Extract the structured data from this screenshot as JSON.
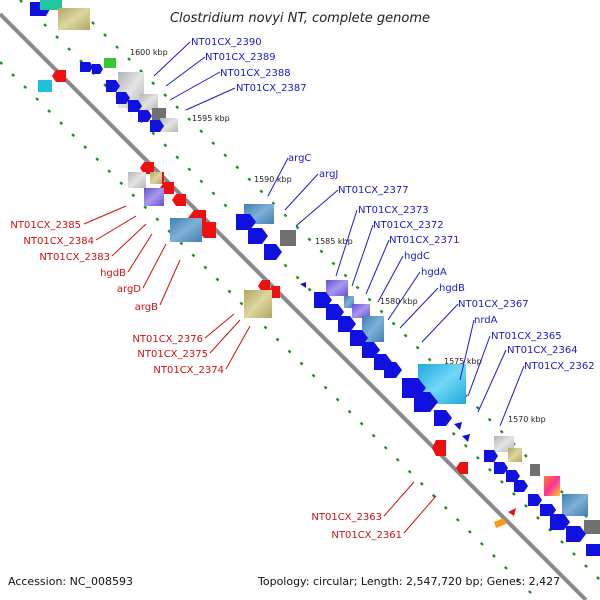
{
  "title": "Clostridium novyi NT, complete genome",
  "footer": {
    "accession": "Accession: NC_008593",
    "summary": "Topology: circular; Length: 2,547,720 bp; Genes: 2,427"
  },
  "colors": {
    "backbone": "#8a8a8a",
    "forward_label": "#1a1acd",
    "reverse_label": "#d01010",
    "forward_gene": "#1010e0",
    "reverse_gene": "#ee1010",
    "dots": "#1f8f1f"
  },
  "scale_labels": [
    "1600 kbp",
    "1595 kbp",
    "1590 kbp",
    "1585 kbp",
    "1580 kbp",
    "1575 kbp",
    "1570 kbp"
  ],
  "forward_labels": [
    "NT01CX_2390",
    "NT01CX_2389",
    "NT01CX_2388",
    "NT01CX_2387",
    "argC",
    "argJ",
    "NT01CX_2377",
    "NT01CX_2373",
    "NT01CX_2372",
    "NT01CX_2371",
    "hgdC",
    "hgdA",
    "hgdB",
    "NT01CX_2367",
    "nrdA",
    "NT01CX_2365",
    "NT01CX_2364",
    "NT01CX_2362"
  ],
  "reverse_labels": [
    "NT01CX_2385",
    "NT01CX_2384",
    "NT01CX_2383",
    "hgdB",
    "argD",
    "argB",
    "NT01CX_2376",
    "NT01CX_2375",
    "NT01CX_2374",
    "NT01CX_2363",
    "NT01CX_2361"
  ]
}
